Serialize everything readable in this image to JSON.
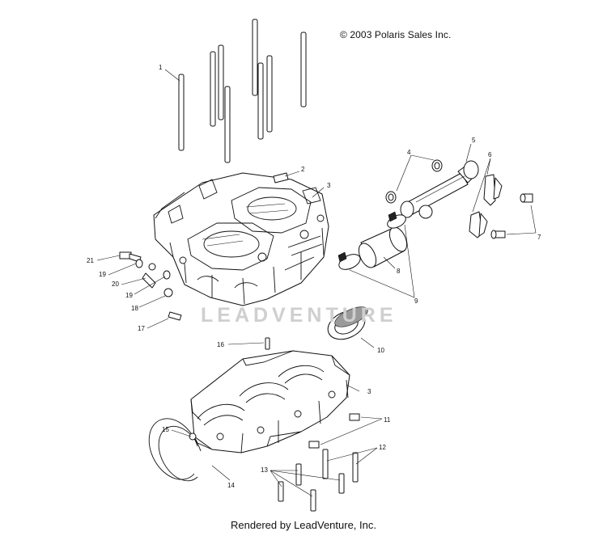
{
  "copyright": "© 2003 Polaris Sales Inc.",
  "footer": "Rendered by LeadVenture, Inc.",
  "watermark": "LEADVENTURE",
  "callouts": [
    "1",
    "2",
    "3",
    "4",
    "5",
    "6",
    "7",
    "8",
    "9",
    "10",
    "11",
    "12",
    "13",
    "14",
    "15",
    "16",
    "17",
    "18",
    "19",
    "19",
    "20",
    "21",
    "3"
  ]
}
